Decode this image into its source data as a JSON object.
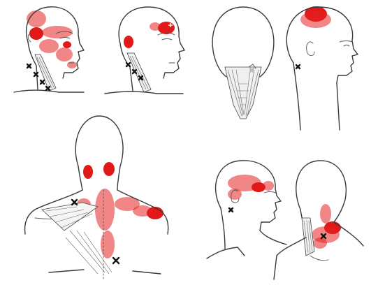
{
  "colors": {
    "background": "#ffffff",
    "outline": "#3a3a3a",
    "pain_zone": "#e01818",
    "muscle_fill": "#f0f0f0",
    "trigger_point_mark": "#111111"
  },
  "figures": [
    {
      "id": "fig-1",
      "view": "three-quarter-front",
      "muscle": "sternocleidomastoid",
      "marks": 4
    },
    {
      "id": "fig-2",
      "view": "three-quarter-front",
      "muscle": "sternocleidomastoid",
      "marks": 3
    },
    {
      "id": "fig-3",
      "view": "back",
      "muscle": "splenius",
      "marks": 1
    },
    {
      "id": "fig-4",
      "view": "side",
      "muscle": "splenius-capitis",
      "marks": 1
    },
    {
      "id": "fig-5",
      "view": "back",
      "muscle": "trapezius",
      "marks": 2
    },
    {
      "id": "fig-6",
      "view": "side",
      "muscle": "splenius-cervicis",
      "marks": 1
    },
    {
      "id": "fig-7",
      "view": "back-three-quarter",
      "muscle": "levator-scapulae",
      "marks": 1
    }
  ]
}
